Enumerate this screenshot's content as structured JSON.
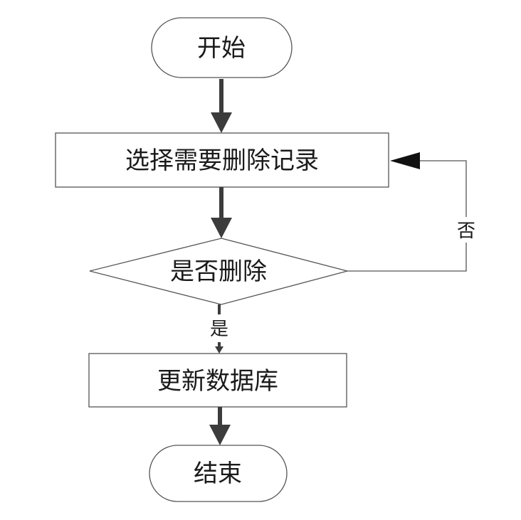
{
  "nodes": {
    "start": "开始",
    "select": "选择需要删除记录",
    "decision": "是否删除",
    "update": "更新数据库",
    "end": "结束"
  },
  "edges": {
    "no_label": "否",
    "yes_label": "是"
  },
  "colors": {
    "border": "#555555",
    "arrow": "#3c3c3c",
    "thin_line": "#555555",
    "background": "#ffffff"
  }
}
